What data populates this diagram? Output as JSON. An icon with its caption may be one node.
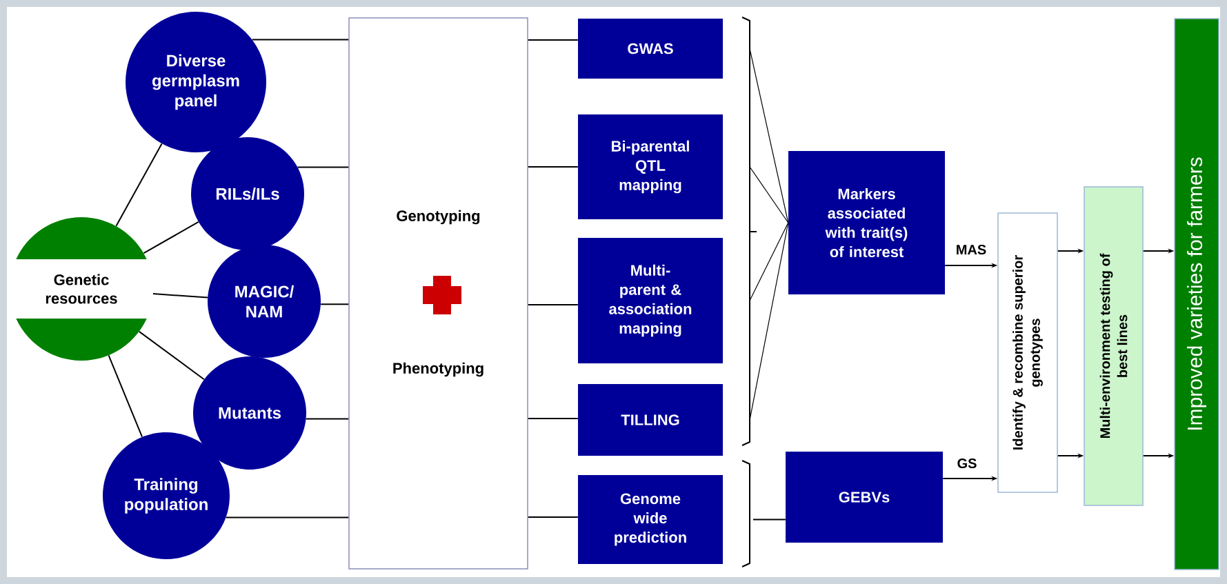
{
  "diagram": {
    "nodes": [
      {
        "text": [
          "Genetic resources"
        ]
      },
      {
        "text": [
          "Diverse germplasm panel"
        ]
      },
      {
        "text": [
          "RILs/ILs"
        ]
      },
      {
        "text": [
          "MAGIC/ NAM"
        ]
      },
      {
        "text": [
          "Mutants"
        ]
      },
      {
        "text": [
          "Training population"
        ]
      },
      {
        "text": [
          "Genotyping",
          "Phenotyping"
        ]
      },
      {
        "text": [
          "GWAS"
        ]
      },
      {
        "text": [
          "Bi-parental QTL mapping"
        ]
      },
      {
        "text": [
          "Multi-parent & association mapping"
        ]
      },
      {
        "text": [
          "TILLING"
        ]
      },
      {
        "text": [
          "Genome wide prediction"
        ]
      },
      {
        "text": [
          "Markers associated with trait(s) of interest"
        ]
      },
      {
        "text": [
          "GEBVs"
        ]
      },
      {
        "text": [
          "Identify & recombine superior genotypes"
        ]
      },
      {
        "text": [
          "Multi-environment testing of best lines"
        ]
      },
      {
        "text": [
          "Improved varieties for farmers"
        ]
      }
    ],
    "edges": [
      {
        "from": 0,
        "to": 1,
        "arrow": "none"
      },
      {
        "from": 0,
        "to": 2,
        "arrow": "none"
      },
      {
        "from": 0,
        "to": 3,
        "arrow": "none"
      },
      {
        "from": 0,
        "to": 4,
        "arrow": "none"
      },
      {
        "from": 0,
        "to": 5,
        "arrow": "none"
      },
      {
        "from": 1,
        "to": 6,
        "arrow": "none"
      },
      {
        "from": 2,
        "to": 6,
        "arrow": "none"
      },
      {
        "from": 3,
        "to": 6,
        "arrow": "none"
      },
      {
        "from": 4,
        "to": 6,
        "arrow": "none"
      },
      {
        "from": 5,
        "to": 6,
        "arrow": "none"
      },
      {
        "from": 6,
        "to": 7,
        "arrow": "none"
      },
      {
        "from": 6,
        "to": 8,
        "arrow": "none"
      },
      {
        "from": 6,
        "to": 9,
        "arrow": "none"
      },
      {
        "from": 6,
        "to": 10,
        "arrow": "none"
      },
      {
        "from": 6,
        "to": 11,
        "arrow": "none"
      },
      {
        "from": 7,
        "to": 12,
        "arrow": "none"
      },
      {
        "from": 8,
        "to": 12,
        "arrow": "none"
      },
      {
        "from": 9,
        "to": 12,
        "arrow": "none"
      },
      {
        "from": 10,
        "to": 12,
        "arrow": "none"
      },
      {
        "from": 11,
        "to": 13,
        "arrow": "none"
      },
      {
        "from": 12,
        "to": 14,
        "arrow": "to",
        "label": "MAS"
      },
      {
        "from": 13,
        "to": 14,
        "arrow": "to",
        "label": "GS"
      },
      {
        "from": 14,
        "to": 15,
        "arrow": "to"
      },
      {
        "from": 14,
        "to": 15,
        "arrow": "to"
      },
      {
        "from": 15,
        "to": 16,
        "arrow": "to"
      },
      {
        "from": 15,
        "to": 16,
        "arrow": "to"
      }
    ]
  }
}
